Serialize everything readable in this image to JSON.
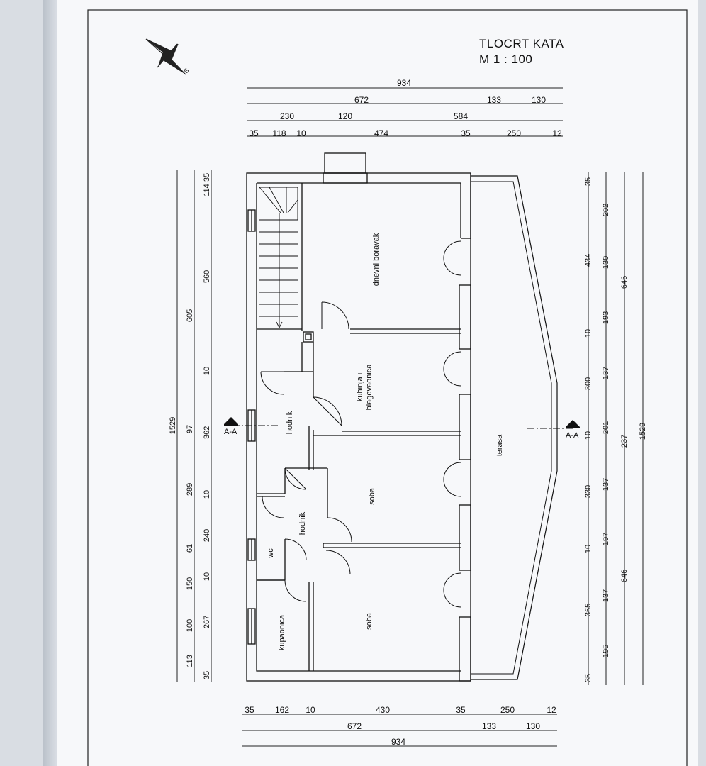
{
  "title": "TLOCRT KATA",
  "scale": "M 1 : 100",
  "compass_letter": "S",
  "section_marker": "A-A",
  "rooms": {
    "dnevni_boravak": "dnevni boravak",
    "kuhinja_line1": "kuhinja i",
    "kuhinja_line2": "blagovaonica",
    "hodnik_upper": "hodnik",
    "hodnik_lower": "hodnik",
    "soba_upper": "soba",
    "soba_lower": "soba",
    "wc": "wc",
    "kupaonica": "kupaonica",
    "terasa": "terasa"
  },
  "dims_top": {
    "row1": [
      "934"
    ],
    "row2": [
      "672",
      "133",
      "130"
    ],
    "row3": [
      "230",
      "120",
      "584"
    ],
    "row4": [
      "35",
      "118",
      "10",
      "474",
      "35",
      "250",
      "12"
    ]
  },
  "dims_bottom": {
    "row1": [
      "35",
      "162",
      "10",
      "430",
      "35",
      "250",
      "12"
    ],
    "row2": [
      "672",
      "133",
      "130"
    ],
    "row3": [
      "934"
    ]
  },
  "dims_left": {
    "total": "1529",
    "col2": [
      "605",
      "97",
      "289",
      "61",
      "150",
      "100",
      "113"
    ],
    "col3": [
      "114",
      "560",
      "10",
      "362",
      "10",
      "240",
      "10",
      "267",
      "35",
      "35"
    ]
  },
  "dims_right": {
    "col1": [
      "35",
      "434",
      "10",
      "300",
      "10",
      "330",
      "10",
      "365",
      "35"
    ],
    "col2": [
      "202",
      "130",
      "193",
      "137",
      "201",
      "137",
      "197",
      "137",
      "195"
    ],
    "col3": [
      "646",
      "237",
      "646"
    ],
    "total": "1529"
  }
}
